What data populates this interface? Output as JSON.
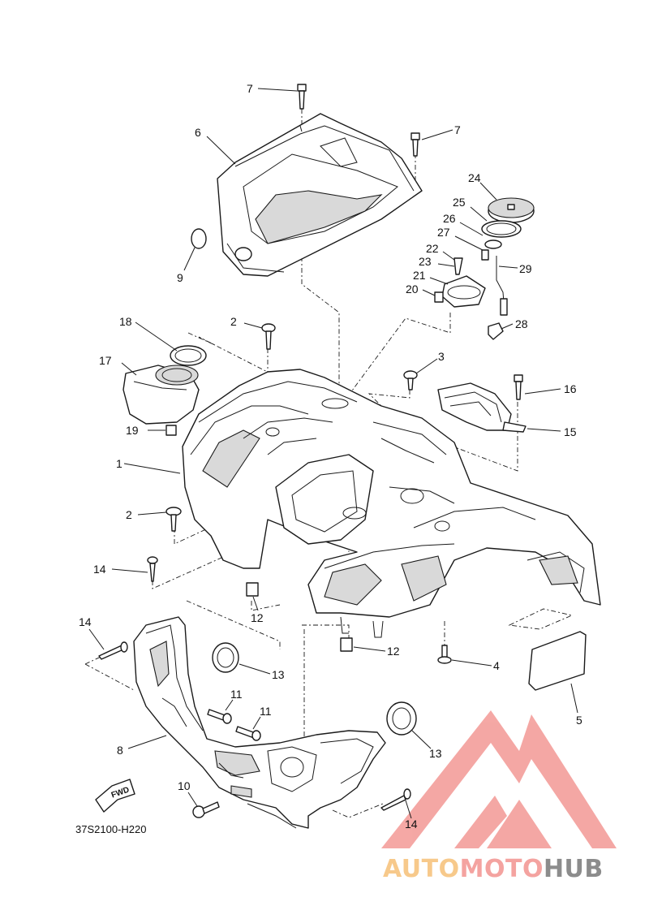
{
  "diagram": {
    "reference_code": "37S2100-H220",
    "fwd_label": "FWD",
    "callouts": [
      "7",
      "6",
      "7",
      "9",
      "24",
      "25",
      "26",
      "27",
      "22",
      "23",
      "29",
      "21",
      "20",
      "28",
      "18",
      "2",
      "17",
      "3",
      "16",
      "15",
      "19",
      "1",
      "2",
      "14",
      "12",
      "14",
      "13",
      "12",
      "4",
      "5",
      "11",
      "11",
      "8",
      "13",
      "10",
      "14"
    ]
  },
  "watermark": {
    "word_part1": "AUTO",
    "word_part2": "MOTO",
    "word_part3": "HUB",
    "colors": {
      "logo": "#f4a3a0",
      "auto": "#f7c98b",
      "moto": "#f4a3a0",
      "hub": "#8c8c8c"
    }
  }
}
